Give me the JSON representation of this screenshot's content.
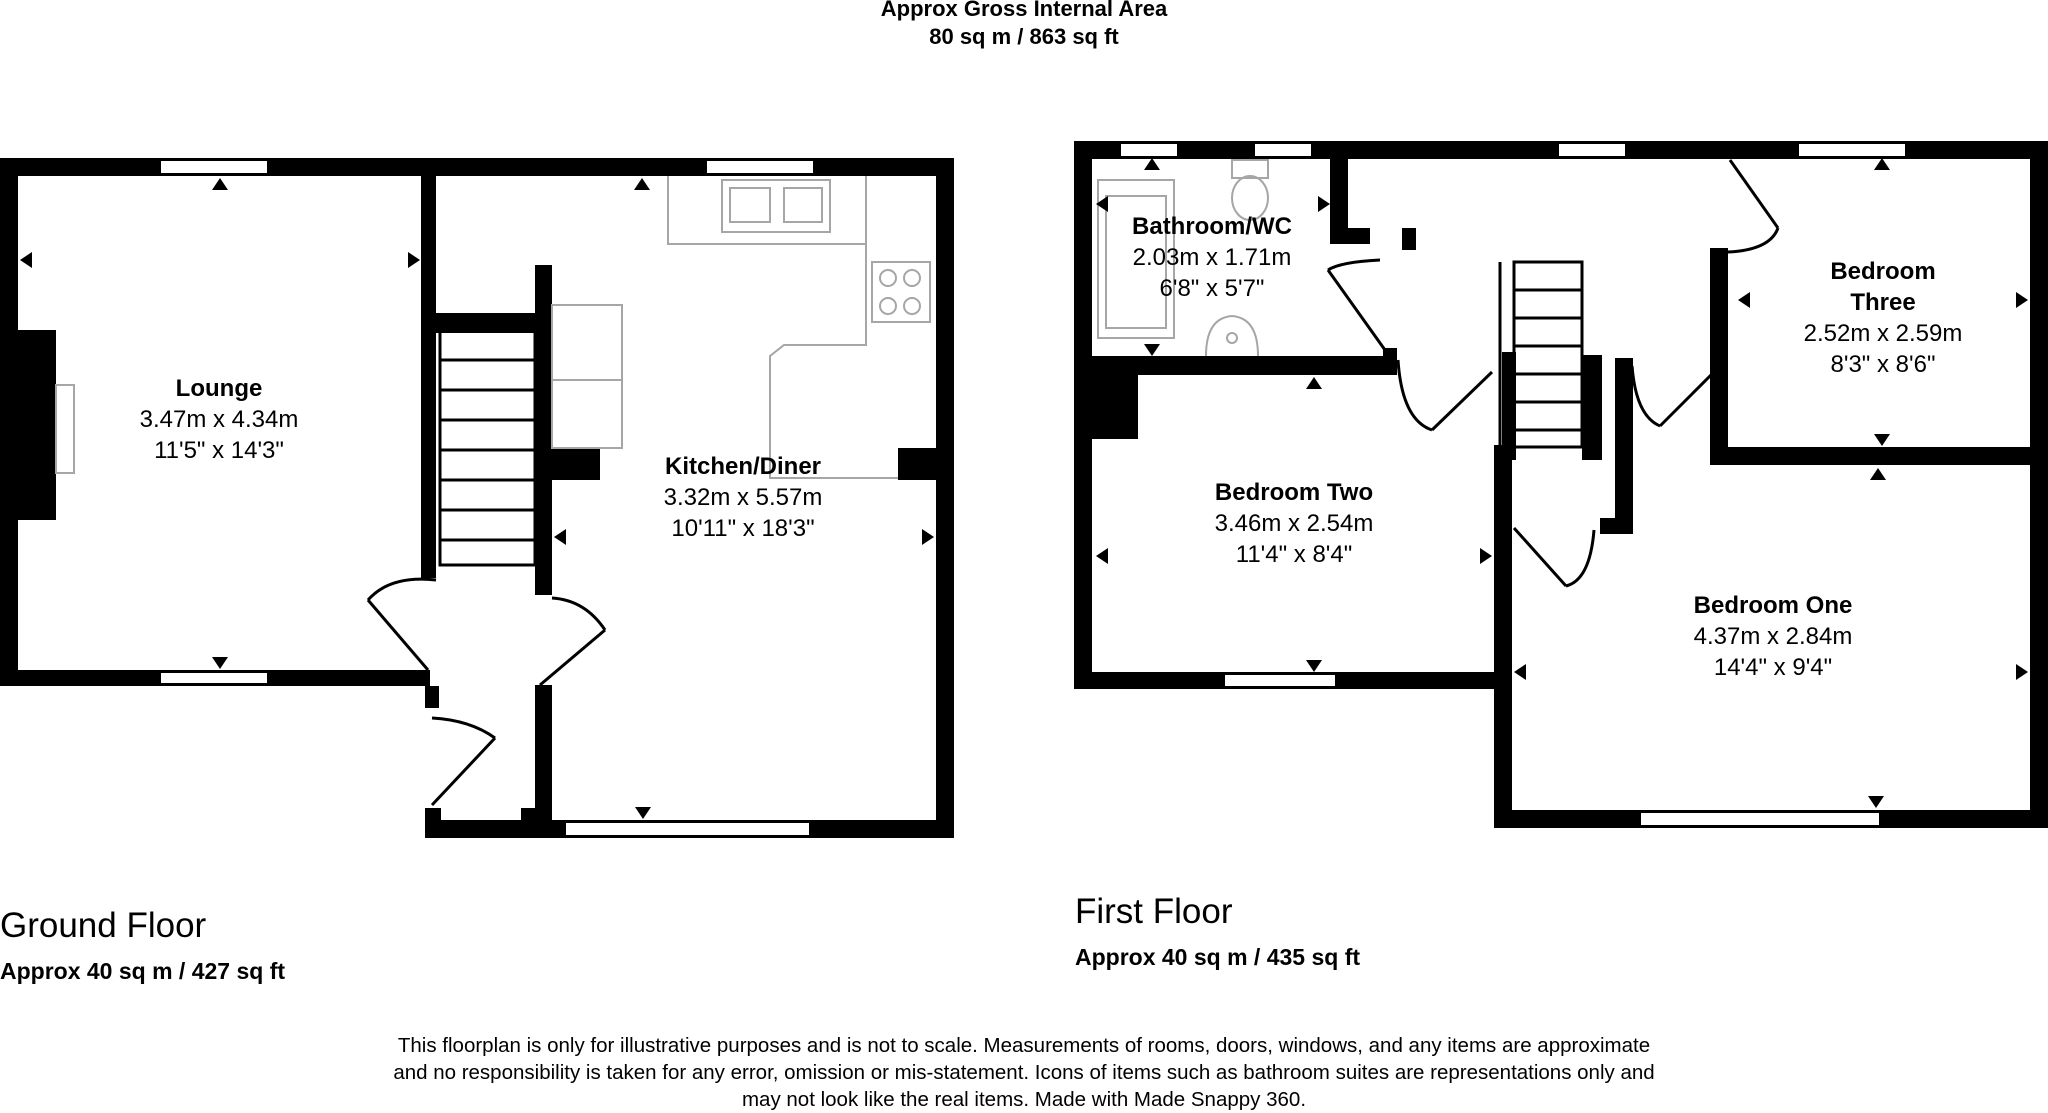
{
  "header": {
    "title": "Approx Gross Internal Area",
    "total_area": "80 sq m / 863 sq ft"
  },
  "floors": [
    {
      "name": "Ground Floor",
      "area": "Approx 40 sq m / 427 sq ft"
    },
    {
      "name": "First Floor",
      "area": "Approx 40 sq m / 435 sq ft"
    }
  ],
  "rooms": {
    "lounge": {
      "name": "Lounge",
      "metric": "3.47m x 4.34m",
      "imperial": "11'5\" x 14'3\""
    },
    "kitchen": {
      "name": "Kitchen/Diner",
      "metric": "3.32m x 5.57m",
      "imperial": "10'11\" x 18'3\""
    },
    "bathroom": {
      "name": "Bathroom/WC",
      "metric": "2.03m x 1.71m",
      "imperial": "6'8\" x 5'7\""
    },
    "bedroom_three": {
      "name": "Bedroom Three",
      "metric": "2.52m x 2.59m",
      "imperial": "8'3\" x 8'6\""
    },
    "bedroom_two": {
      "name": "Bedroom Two",
      "metric": "3.46m x 2.54m",
      "imperial": "11'4\" x 8'4\""
    },
    "bedroom_one": {
      "name": "Bedroom One",
      "metric": "4.37m x 2.84m",
      "imperial": "14'4\" x 9'4\""
    }
  },
  "disclaimer": {
    "line1": "This floorplan is only for illustrative purposes and is not to scale. Measurements of rooms, doors, windows, and any items are approximate",
    "line2": "and no responsibility is taken for any error, omission or mis-statement. Icons of items such as bathroom suites are representations only and",
    "line3": "may not look like the real items. Made with Made Snappy 360."
  },
  "colors": {
    "wall": "#000000",
    "fixture_line": "#a6a6a6",
    "background": "#ffffff"
  }
}
